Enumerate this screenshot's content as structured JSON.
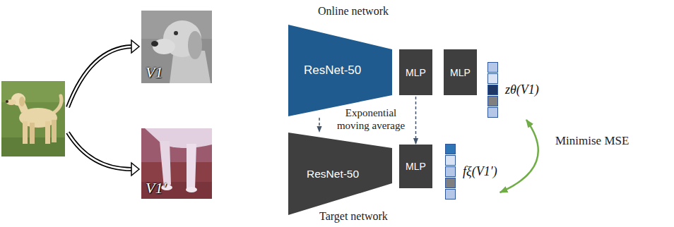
{
  "diagram": {
    "nodes": [
      {
        "text": [
          "V1"
        ]
      },
      {
        "text": [
          "ResNet-50"
        ]
      },
      {
        "text": [
          "MLP"
        ]
      },
      {
        "text": [
          "MLP"
        ]
      },
      {
        "text": [
          "zθ(V1)"
        ]
      },
      {
        "text": [
          "V1′"
        ]
      },
      {
        "text": [
          "ResNet-50"
        ]
      },
      {
        "text": [
          "MLP"
        ]
      },
      {
        "text": [
          "fξ(V1′)"
        ]
      }
    ],
    "edges": [
      {
        "from": 1,
        "to": 6,
        "arrow": "to"
      },
      {
        "from": 2,
        "to": 7,
        "arrow": "to"
      },
      {
        "from": 4,
        "to": 8,
        "arrow": "both"
      }
    ],
    "labels": [
      "Online network",
      "Exponential moving average",
      "Minimise MSE",
      "Target network"
    ]
  }
}
